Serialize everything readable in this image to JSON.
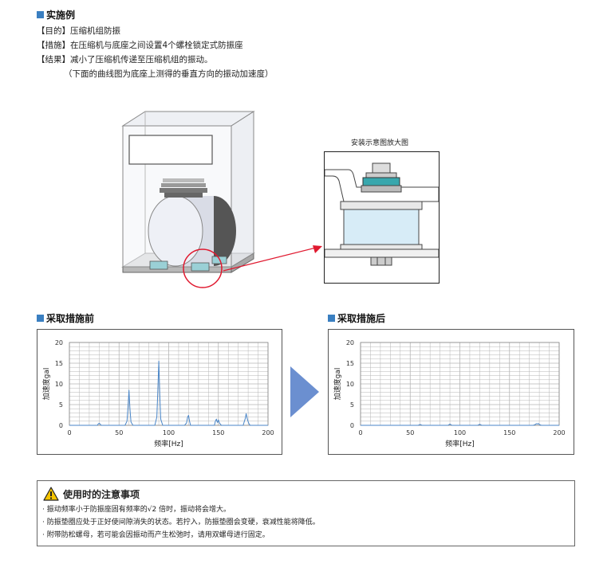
{
  "example": {
    "heading": "实施例",
    "purpose": "【目的】压缩机组防振",
    "measure": "【措施】在压缩机与底座之间设置4个螺栓锁定式防振座",
    "result": "【结果】减小了压缩机传递至压缩机组的振动。",
    "note": "（下面的曲线图为底座上测得的垂直方向的振动加速度）"
  },
  "detail_caption": "安装示意图放大图",
  "before_heading": "采取措施前",
  "after_heading": "采取措施后",
  "chart_data": [
    {
      "type": "line",
      "title": "采取措施前",
      "xlabel": "频率[Hz]",
      "ylabel": "加速度gal",
      "xlim": [
        0,
        200
      ],
      "ylim": [
        0,
        20
      ],
      "xticks": [
        0,
        50,
        100,
        150,
        200
      ],
      "yticks": [
        0,
        5,
        10,
        15,
        20
      ],
      "grid": true,
      "color": "#4a86c8",
      "x": [
        0,
        28,
        29,
        30,
        31,
        32,
        56,
        58,
        59,
        60,
        61,
        62,
        64,
        86,
        88,
        89,
        90,
        91,
        92,
        94,
        116,
        118,
        119,
        120,
        121,
        122,
        146,
        147,
        148,
        149,
        150,
        151,
        152,
        153,
        175,
        176,
        177,
        178,
        179,
        180,
        181,
        182,
        200
      ],
      "y": [
        0,
        0,
        0.3,
        0.5,
        0.3,
        0,
        0,
        1.0,
        4.5,
        8.5,
        4.0,
        0.8,
        0,
        0,
        2.0,
        8.0,
        15.5,
        7.5,
        1.5,
        0,
        0,
        0.6,
        2.0,
        2.4,
        1.0,
        0,
        0,
        1.0,
        1.5,
        0.7,
        1.3,
        0.6,
        0.3,
        0,
        0,
        0.8,
        1.6,
        2.8,
        1.6,
        0.9,
        0.3,
        0,
        0
      ]
    },
    {
      "type": "line",
      "title": "采取措施后",
      "xlabel": "频率[Hz]",
      "ylabel": "加速度gal",
      "xlim": [
        0,
        200
      ],
      "ylim": [
        0,
        20
      ],
      "xticks": [
        0,
        50,
        100,
        150,
        200
      ],
      "yticks": [
        0,
        5,
        10,
        15,
        20
      ],
      "grid": true,
      "color": "#4a86c8",
      "x": [
        0,
        58,
        60,
        62,
        88,
        90,
        92,
        118,
        120,
        122,
        174,
        176,
        177,
        178,
        179,
        180,
        182,
        200
      ],
      "y": [
        0,
        0,
        0.2,
        0,
        0,
        0.3,
        0,
        0,
        0.25,
        0,
        0,
        0.2,
        0.4,
        0.3,
        0.45,
        0.2,
        0,
        0
      ]
    }
  ],
  "notice": {
    "title": "使用时的注意事项",
    "items": [
      "· 振动频率小于防振座固有频率的√2 倍时，振动将会增大。",
      "· 防振垫圈应处于正好使间隙消失的状态。若拧入，防振垫圈会变硬，衰减性能将降低。",
      "· 附带防松螺母，若可能会因振动而产生松弛时，请用双螺母进行固定。"
    ]
  },
  "colors": {
    "accent": "#3a7fc1",
    "arrow": "#6b8fd0",
    "pointer": "#e0192f",
    "warning": "#f5c400"
  }
}
